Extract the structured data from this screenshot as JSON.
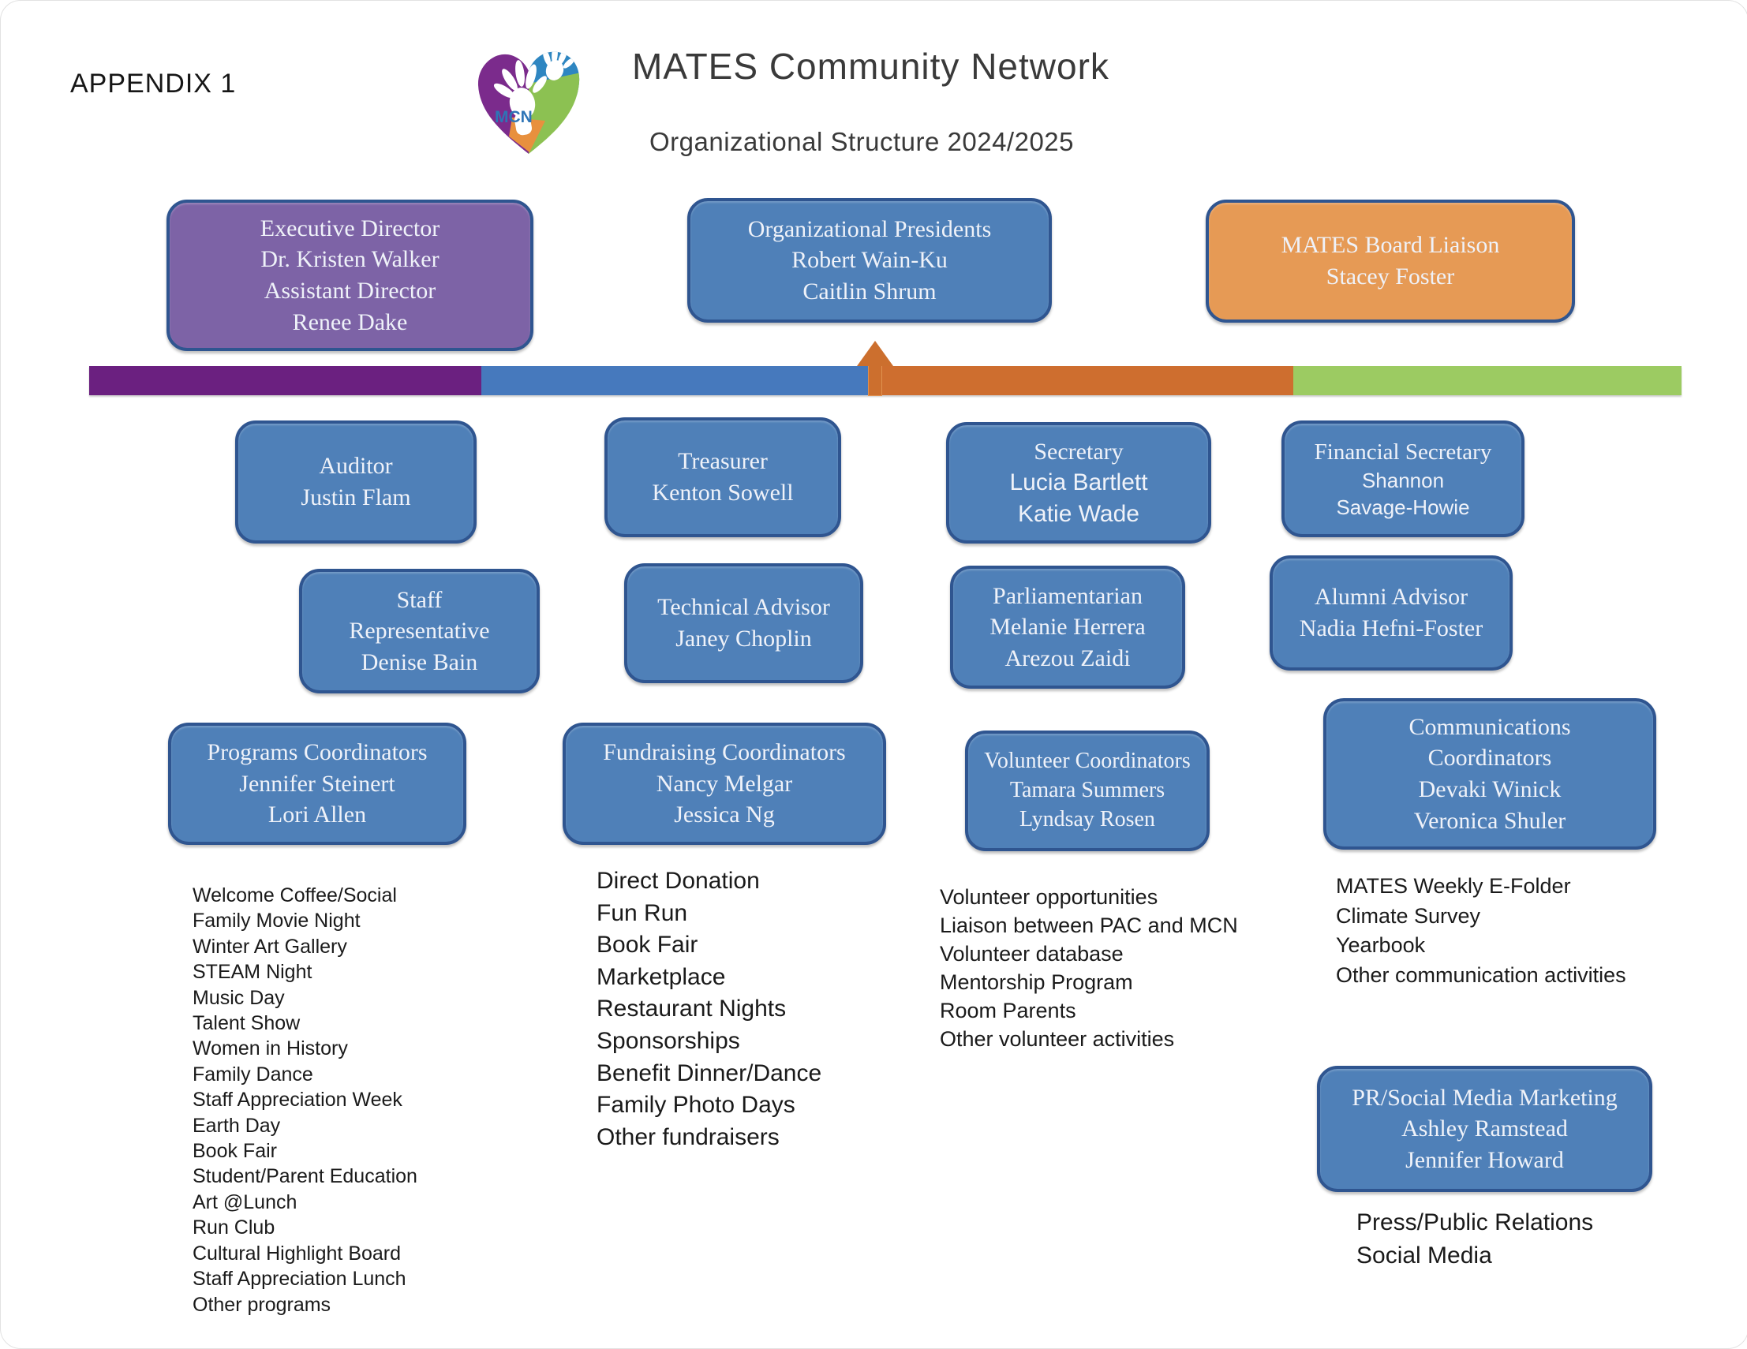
{
  "page": {
    "appendix": "APPENDIX 1",
    "title": "MATES Community Network",
    "subtitle": "Organizational Structure 2024/2025",
    "logo_text": "MCN"
  },
  "colors": {
    "purple_box": "#7D63A6",
    "blue_box": "#4F80B8",
    "orange_box": "#E69A55",
    "border_navy": "#2F5590",
    "bar_purple": "#6B2080",
    "bar_blue": "#4679BD",
    "bar_orange": "#CE6E2F",
    "bar_green": "#9CCB62",
    "arrow_orange": "#CC6F2E"
  },
  "boxes": {
    "executive": {
      "lines": [
        "Executive Director",
        "Dr. Kristen Walker",
        "Assistant Director",
        "Renee Dake"
      ]
    },
    "presidents": {
      "lines": [
        "Organizational Presidents",
        "Robert Wain-Ku",
        "Caitlin Shrum"
      ]
    },
    "board_liaison": {
      "lines": [
        "MATES Board Liaison",
        "Stacey Foster"
      ]
    },
    "auditor": {
      "lines": [
        "Auditor",
        "Justin Flam"
      ]
    },
    "treasurer": {
      "lines": [
        "Treasurer",
        "Kenton Sowell"
      ]
    },
    "secretary": {
      "lines": [
        "Secretary",
        "Lucia Bartlett",
        "Katie Wade"
      ]
    },
    "financial_secretary": {
      "lines": [
        "Financial Secretary",
        "Shannon",
        "Savage-Howie"
      ]
    },
    "staff_representative": {
      "lines": [
        "Staff",
        "Representative",
        "Denise Bain"
      ]
    },
    "technical_advisor": {
      "lines": [
        "Technical Advisor",
        "Janey Choplin"
      ]
    },
    "parliamentarian": {
      "lines": [
        "Parliamentarian",
        "Melanie Herrera",
        "Arezou Zaidi"
      ]
    },
    "alumni_advisor": {
      "lines": [
        "Alumni Advisor",
        "Nadia Hefni-Foster"
      ]
    },
    "programs": {
      "lines": [
        "Programs Coordinators",
        "Jennifer Steinert",
        "Lori Allen"
      ]
    },
    "fundraising": {
      "lines": [
        "Fundraising Coordinators",
        "Nancy Melgar",
        "Jessica Ng"
      ]
    },
    "volunteer": {
      "lines": [
        "Volunteer Coordinators",
        "Tamara Summers",
        "Lyndsay Rosen"
      ]
    },
    "communications": {
      "lines": [
        "Communications",
        "Coordinators",
        "Devaki Winick",
        "Veronica Shuler"
      ]
    },
    "pr_social": {
      "lines": [
        "PR/Social Media Marketing",
        "Ashley Ramstead",
        "Jennifer Howard"
      ]
    }
  },
  "activities": {
    "programs": [
      "Welcome Coffee/Social",
      "Family Movie Night",
      "Winter Art Gallery",
      "STEAM Night",
      "Music Day",
      "Talent Show",
      "Women in History",
      "Family Dance",
      "Staff Appreciation Week",
      "Earth Day",
      "Book Fair",
      "Student/Parent Education",
      "Art @Lunch",
      "Run Club",
      "Cultural Highlight Board",
      "Staff Appreciation Lunch",
      "Other programs"
    ],
    "fundraising": [
      "Direct Donation",
      "Fun Run",
      "Book Fair",
      "Marketplace",
      "Restaurant Nights",
      "Sponsorships",
      "Benefit Dinner/Dance",
      "Family Photo Days",
      "Other fundraisers"
    ],
    "volunteer": [
      "Volunteer opportunities",
      "Liaison between PAC and MCN",
      "Volunteer database",
      "Mentorship Program",
      "Room Parents",
      "Other volunteer activities"
    ],
    "communications": [
      "MATES Weekly E-Folder",
      "Climate Survey",
      "Yearbook",
      "Other communication activities"
    ],
    "press": [
      "Press/Public Relations",
      "Social Media"
    ]
  }
}
